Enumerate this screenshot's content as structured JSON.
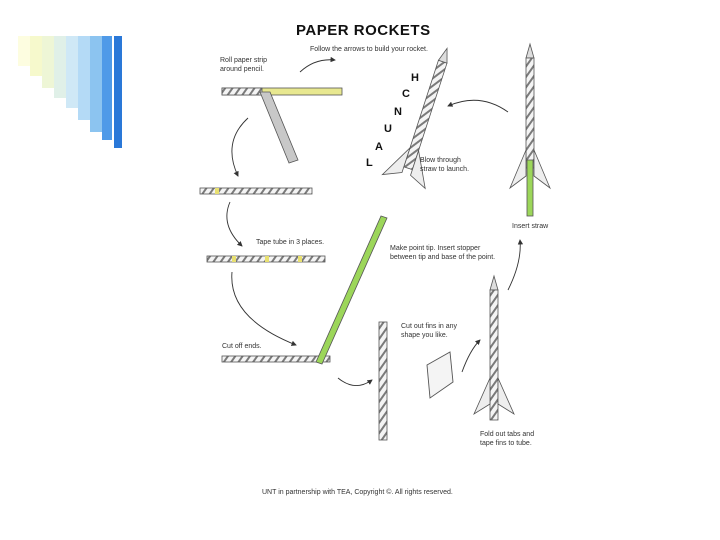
{
  "title": "PAPER ROCKETS",
  "subtitle": "Follow the arrows to build your rocket.",
  "steps": {
    "roll": "Roll paper strip\naround pencil.",
    "tape": "Tape tube in 3 places.",
    "cut_ends": "Cut off ends.",
    "cut_fins": "Cut out fins in any\nshape you like.",
    "fold_tabs": "Fold out tabs and\ntape fins to tube.",
    "make_tip": "Make point tip. Insert stopper\nbetween tip and base of the point.",
    "insert_straw": "Insert straw",
    "blow": "Blow through\nstraw to launch."
  },
  "launch_letters": [
    "H",
    "C",
    "N",
    "U",
    "A",
    "L"
  ],
  "footer": "UNT in partnership with TEA, Copyright ©. All rights reserved.",
  "colors": {
    "straw_green": "#9cd65a",
    "tube_stripe": "#8a8a8a",
    "accent_bars": [
      "#fdfde0",
      "#f4f8c8",
      "#e8f2d8",
      "#d8ecf5",
      "#b8dcf5",
      "#8cc4f0",
      "#4f9ae8",
      "#2a78d8"
    ]
  }
}
